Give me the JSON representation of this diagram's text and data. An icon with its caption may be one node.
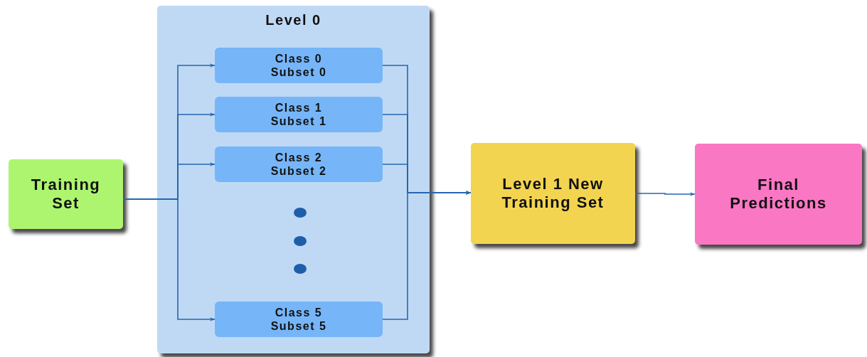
{
  "diagram": {
    "nodes": [
      {
        "text": [
          "Training Set"
        ]
      },
      {
        "text": [
          "Level 0"
        ]
      },
      {
        "text": [
          "Class 0 Subset 0"
        ],
        "in": 1
      },
      {
        "text": [
          "Class 1 Subset 1"
        ],
        "in": 1
      },
      {
        "text": [
          "Class 2 Subset 2"
        ],
        "in": 1
      },
      {
        "text": [
          "Class 5 Subset 5"
        ],
        "in": 1
      },
      {
        "text": [
          "Level 1 New Training Set"
        ]
      },
      {
        "text": [
          "Final Predictions"
        ]
      }
    ],
    "edges": [
      {
        "from": 0,
        "to": 2,
        "arrow": "to"
      },
      {
        "from": 0,
        "to": 3,
        "arrow": "to"
      },
      {
        "from": 0,
        "to": 4,
        "arrow": "to"
      },
      {
        "from": 0,
        "to": 5,
        "arrow": "to"
      },
      {
        "from": 2,
        "to": 6,
        "arrow": "to"
      },
      {
        "from": 3,
        "to": 6,
        "arrow": "to"
      },
      {
        "from": 4,
        "to": 6,
        "arrow": "to"
      },
      {
        "from": 5,
        "to": 6,
        "arrow": "to"
      },
      {
        "from": 6,
        "to": 7,
        "arrow": "to"
      }
    ]
  }
}
